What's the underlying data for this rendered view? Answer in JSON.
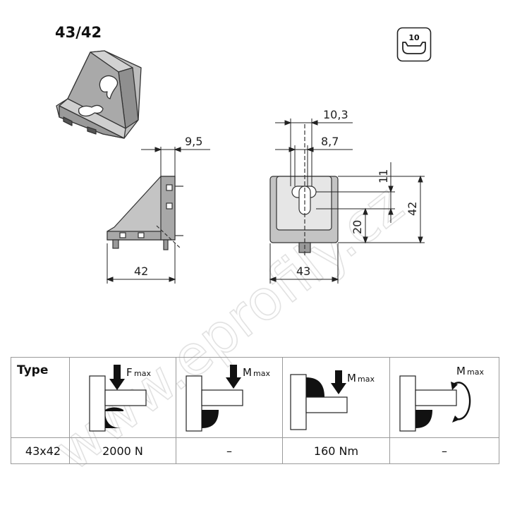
{
  "header": {
    "title": "43/42",
    "slot_badge": "10"
  },
  "watermark": "www.eprofily.cz",
  "dimensions": {
    "side_view": {
      "width": "42",
      "offset": "9,5"
    },
    "front_view": {
      "width": "43",
      "height": "42",
      "hole_height": "20",
      "slot_height": "11",
      "slot_width": "10,3",
      "slot_inner_width": "8,7"
    }
  },
  "table": {
    "type_header": "Type",
    "columns": [
      {
        "symbol": "F",
        "subscript": "max"
      },
      {
        "symbol": "M",
        "subscript": "max"
      },
      {
        "symbol": "M",
        "subscript": "max"
      },
      {
        "symbol": "M",
        "subscript": "max"
      }
    ],
    "rows": [
      {
        "type": "43x42",
        "values": [
          "2000 N",
          "–",
          "160 Nm",
          "–"
        ]
      }
    ]
  }
}
